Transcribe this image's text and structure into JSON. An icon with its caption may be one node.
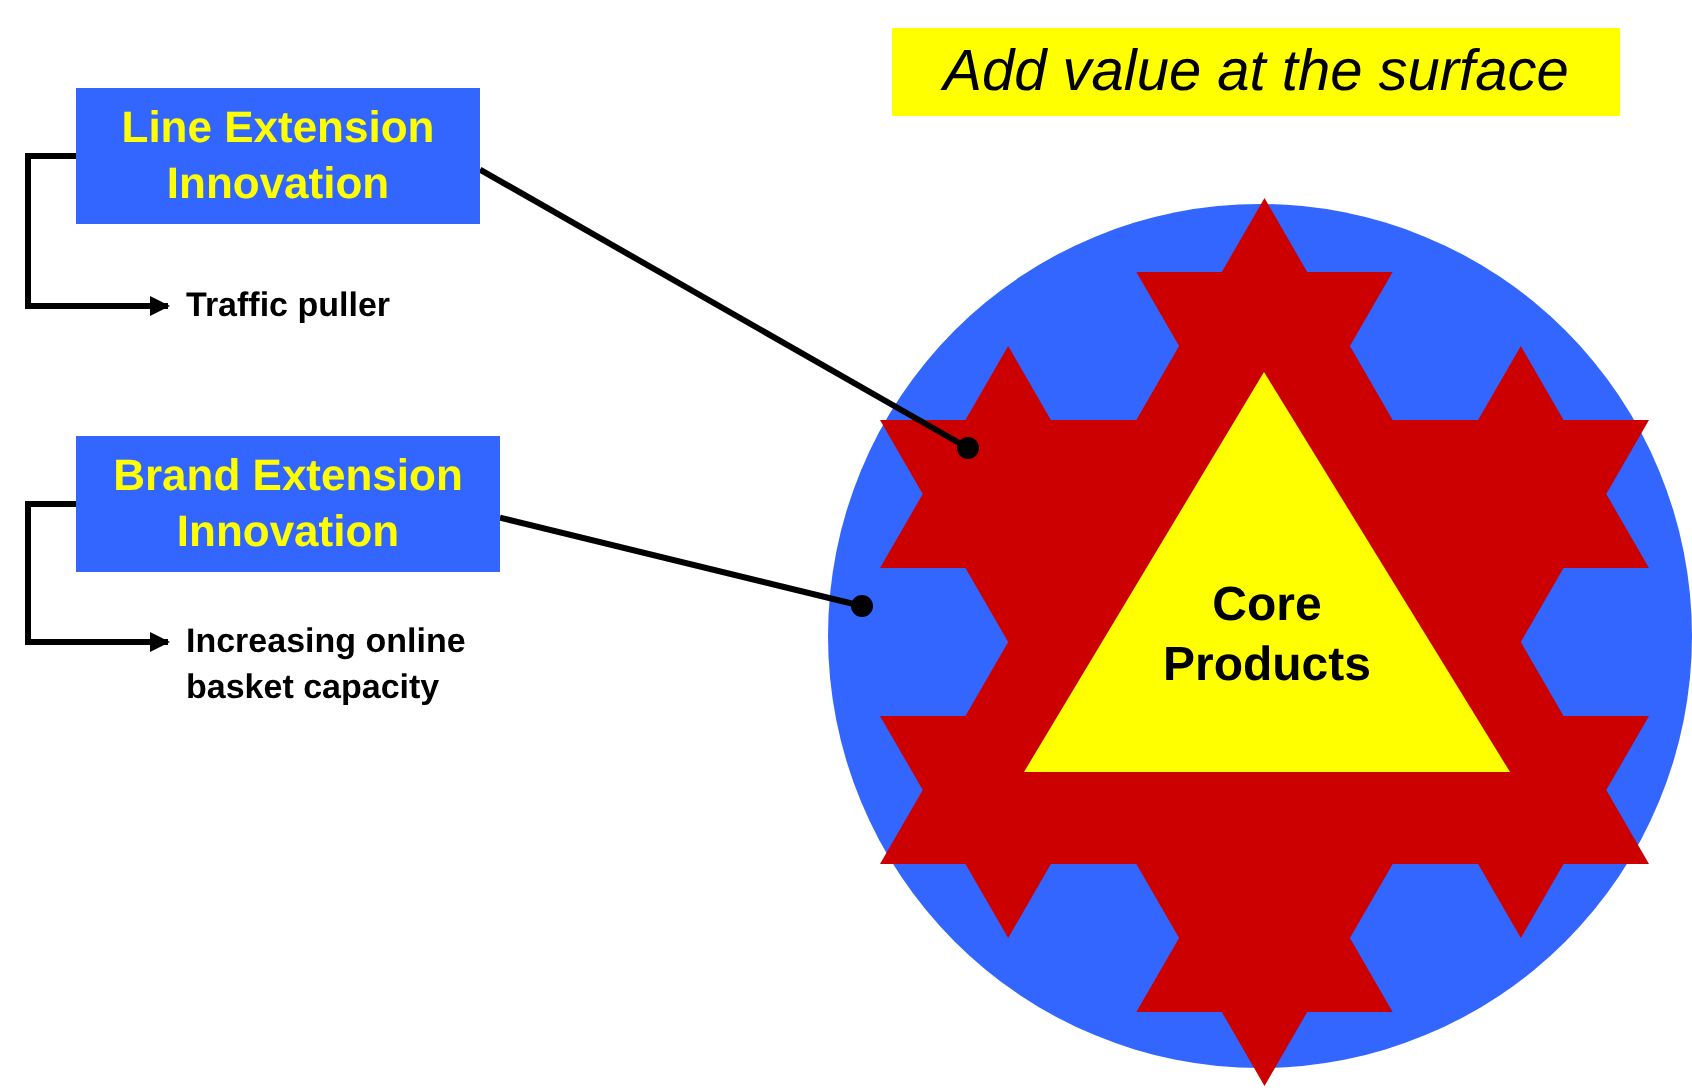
{
  "diagram": {
    "title": "Add value at the surface",
    "nodes": [
      {
        "text": [
          "Line Extension Innovation"
        ]
      },
      {
        "text": [
          "Traffic puller"
        ]
      },
      {
        "text": [
          "Brand Extension Innovation"
        ]
      },
      {
        "text": [
          "Increasing online basket capacity"
        ]
      },
      {
        "text": [],
        "shape": "circle"
      },
      {
        "text": [],
        "shape": "star"
      },
      {
        "text": [
          "Core Products"
        ],
        "in": 5
      }
    ],
    "edges": [
      {
        "from": 0,
        "to": 1,
        "arrow": "to"
      },
      {
        "from": 2,
        "to": 3,
        "arrow": "to"
      },
      {
        "from": 0,
        "to": 5,
        "arrow": "other"
      },
      {
        "from": 2,
        "to": 4,
        "arrow": "other"
      }
    ]
  }
}
